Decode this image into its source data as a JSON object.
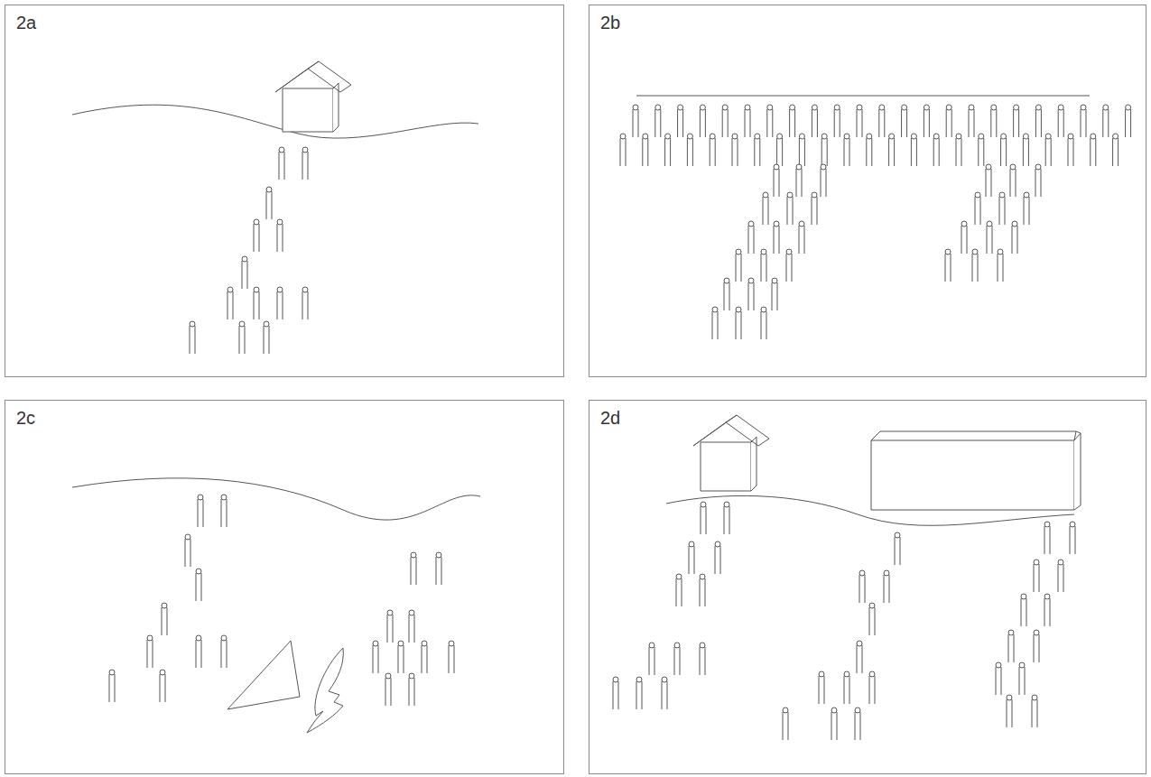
{
  "diagram": {
    "nodes": [
      {
        "text": [
          "2a"
        ]
      },
      {
        "text": [
          "2b"
        ]
      },
      {
        "text": [
          "2c"
        ]
      },
      {
        "text": [
          "2d"
        ]
      }
    ]
  }
}
